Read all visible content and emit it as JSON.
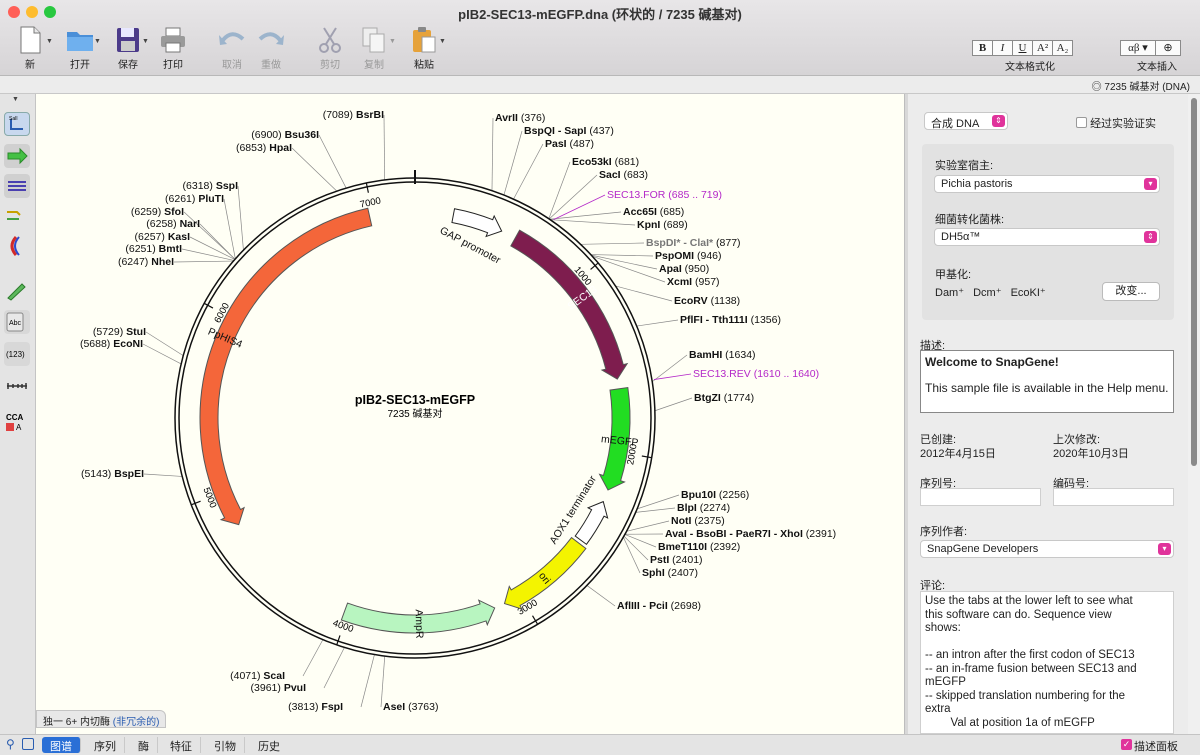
{
  "window": {
    "title": "pIB2-SEC13-mEGFP.dna  (环状的 / 7235 碱基对)"
  },
  "toolbar": {
    "new": "新",
    "open": "打开",
    "save": "保存",
    "print": "打印",
    "undo": "取消",
    "redo": "重做",
    "cut": "剪切",
    "copy": "复制",
    "paste": "粘贴",
    "format_label": "文本格式化",
    "insert_label": "文本插入",
    "fmt_buttons": [
      "B",
      "I",
      "U",
      "A²",
      "A₂"
    ],
    "insert_buttons": [
      "αβ ▾",
      "⊕"
    ]
  },
  "status": {
    "bp_info": "7235 碱基对  (DNA)"
  },
  "map": {
    "name": "pIB2-SEC13-mEGFP",
    "size_label": "7235 碱基对",
    "ticks": [
      "1000",
      "2000",
      "3000",
      "4000",
      "5000",
      "6000",
      "7000"
    ],
    "features": [
      {
        "name": "GAP promoter",
        "color": "#ffffff"
      },
      {
        "name": "SEC13",
        "color": "#7e1d4e"
      },
      {
        "name": "mEGFP",
        "color": "#22dd22"
      },
      {
        "name": "AOX1 terminator",
        "color": "#ffffff"
      },
      {
        "name": "ori",
        "color": "#f4f400"
      },
      {
        "name": "AmpR",
        "color": "#b8f5c0"
      },
      {
        "name": "PpHIS4",
        "color": "#f4663a"
      }
    ],
    "sites": [
      {
        "pre": "(7089)",
        "name": "BsrBI"
      },
      {
        "pre": "(6900)",
        "name": "Bsu36I"
      },
      {
        "pre": "(6853)",
        "name": "HpaI"
      },
      {
        "pre": "(6318)",
        "name": "SspI"
      },
      {
        "pre": "(6261)",
        "name": "PluTI"
      },
      {
        "pre": "(6259)",
        "name": "SfoI"
      },
      {
        "pre": "(6258)",
        "name": "NarI"
      },
      {
        "pre": "(6257)",
        "name": "KasI"
      },
      {
        "pre": "(6251)",
        "name": "BmtI"
      },
      {
        "pre": "(6247)",
        "name": "NheI"
      },
      {
        "pre": "(5729)",
        "name": "StuI"
      },
      {
        "pre": "(5688)",
        "name": "EcoNI"
      },
      {
        "pre": "(5143)",
        "name": "BspEI"
      },
      {
        "pre": "(4071)",
        "name": "ScaI"
      },
      {
        "pre": "(3961)",
        "name": "PvuI"
      },
      {
        "pre": "(3813)",
        "name": "FspI"
      },
      {
        "name": "AvrII",
        "post": "(376)"
      },
      {
        "name": "BspQI - SapI",
        "post": "(437)"
      },
      {
        "name": "PasI",
        "post": "(487)"
      },
      {
        "name": "Eco53kI",
        "post": "(681)"
      },
      {
        "name": "SacI",
        "post": "(683)"
      },
      {
        "name": "Acc65I",
        "post": "(685)"
      },
      {
        "name": "KpnI",
        "post": "(689)"
      },
      {
        "name": "BspDI* - ClaI*",
        "post": "(877)"
      },
      {
        "name": "PspOMI",
        "post": "(946)"
      },
      {
        "name": "ApaI",
        "post": "(950)"
      },
      {
        "name": "XcmI",
        "post": "(957)"
      },
      {
        "name": "EcoRV",
        "post": "(1138)"
      },
      {
        "name": "PflFI - Tth111I",
        "post": "(1356)"
      },
      {
        "name": "BamHI",
        "post": "(1634)"
      },
      {
        "name": "BtgZI",
        "post": "(1774)"
      },
      {
        "name": "Bpu10I",
        "post": "(2256)"
      },
      {
        "name": "BlpI",
        "post": "(2274)"
      },
      {
        "name": "NotI",
        "post": "(2375)"
      },
      {
        "name": "AvaI - BsoBI - PaeR7I - XhoI",
        "post": "(2391)"
      },
      {
        "name": "BmeT110I",
        "post": "(2392)"
      },
      {
        "name": "PstI",
        "post": "(2401)"
      },
      {
        "name": "SphI",
        "post": "(2407)"
      },
      {
        "name": "AflIII - PciI",
        "post": "(2698)"
      },
      {
        "name": "AseI",
        "post": "(3763)"
      }
    ],
    "primers": [
      {
        "name": "SEC13.FOR",
        "range": "(685 .. 719)"
      },
      {
        "name": "SEC13.REV",
        "range": "(1610 .. 1640)"
      }
    ]
  },
  "enzyme_bar": {
    "text": "独一 6+ 内切酶",
    "link": "(非冗余的)"
  },
  "panel": {
    "dna_type": "合成 DNA",
    "verified": "经过实验证实",
    "host_label": "实验室宿主:",
    "host": "Pichia pastoris",
    "strain_label": "细菌转化菌株:",
    "strain": "DH5α™",
    "methyl_label": "甲基化:",
    "methyl": [
      "Dam⁺",
      "Dcm⁺",
      "EcoKI⁺"
    ],
    "change_btn": "改变...",
    "desc_label": "描述:",
    "desc_title": "Welcome to SnapGene!",
    "desc_body": "This sample file is available in the Help menu.",
    "created_label": "已创建:",
    "created": "2012年4月15日",
    "modified_label": "上次修改:",
    "modified": "2020年10月3日",
    "serial_label": "序列号:",
    "code_label": "编码号:",
    "author_label": "序列作者:",
    "author": "SnapGene Developers",
    "comment_label": "评论:",
    "comment_lines": [
      "Use the tabs at the lower left to see what",
      "this software can do. Sequence view",
      "shows:",
      "",
      "-- an intron after the first codon of SEC13",
      "-- an in-frame fusion between SEC13 and",
      "mEGFP",
      "-- skipped translation numbering for the",
      "extra",
      "        Val at position 1a of mEGFP"
    ]
  },
  "bottom": {
    "tabs": [
      "图谱",
      "序列",
      "酶",
      "特征",
      "引物",
      "历史"
    ],
    "panel_toggle": "描述面板"
  }
}
